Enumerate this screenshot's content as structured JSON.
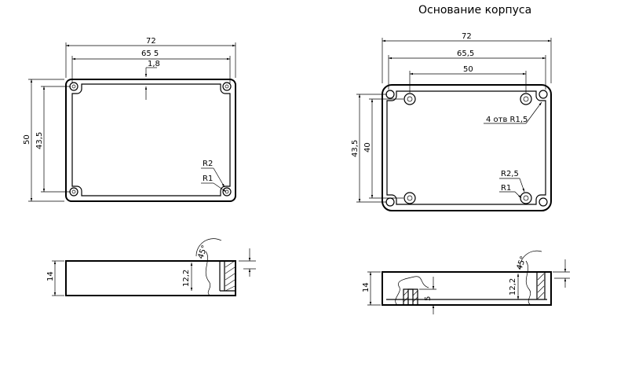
{
  "title": "Основание корпуса",
  "left_top": {
    "overall_width": "72",
    "inner_width": "65 5",
    "wall": "1,8",
    "overall_height": "50",
    "inner_height": "43,5",
    "radius_outer": "R2",
    "radius_inner": "R1"
  },
  "left_side": {
    "height": "14",
    "inner_height": "12,2",
    "angle": "45°"
  },
  "right_top": {
    "overall_width": "72",
    "inner_width": "65,5",
    "hole_spacing_x": "50",
    "inner_height": "43,5",
    "hole_spacing_y": "40",
    "holes_note": "4 отв R1,5",
    "radius_boss": "R2,5",
    "radius_inner": "R1"
  },
  "right_side": {
    "height": "14",
    "inner_height": "12,2",
    "boss_height": "5",
    "angle": "45°"
  }
}
